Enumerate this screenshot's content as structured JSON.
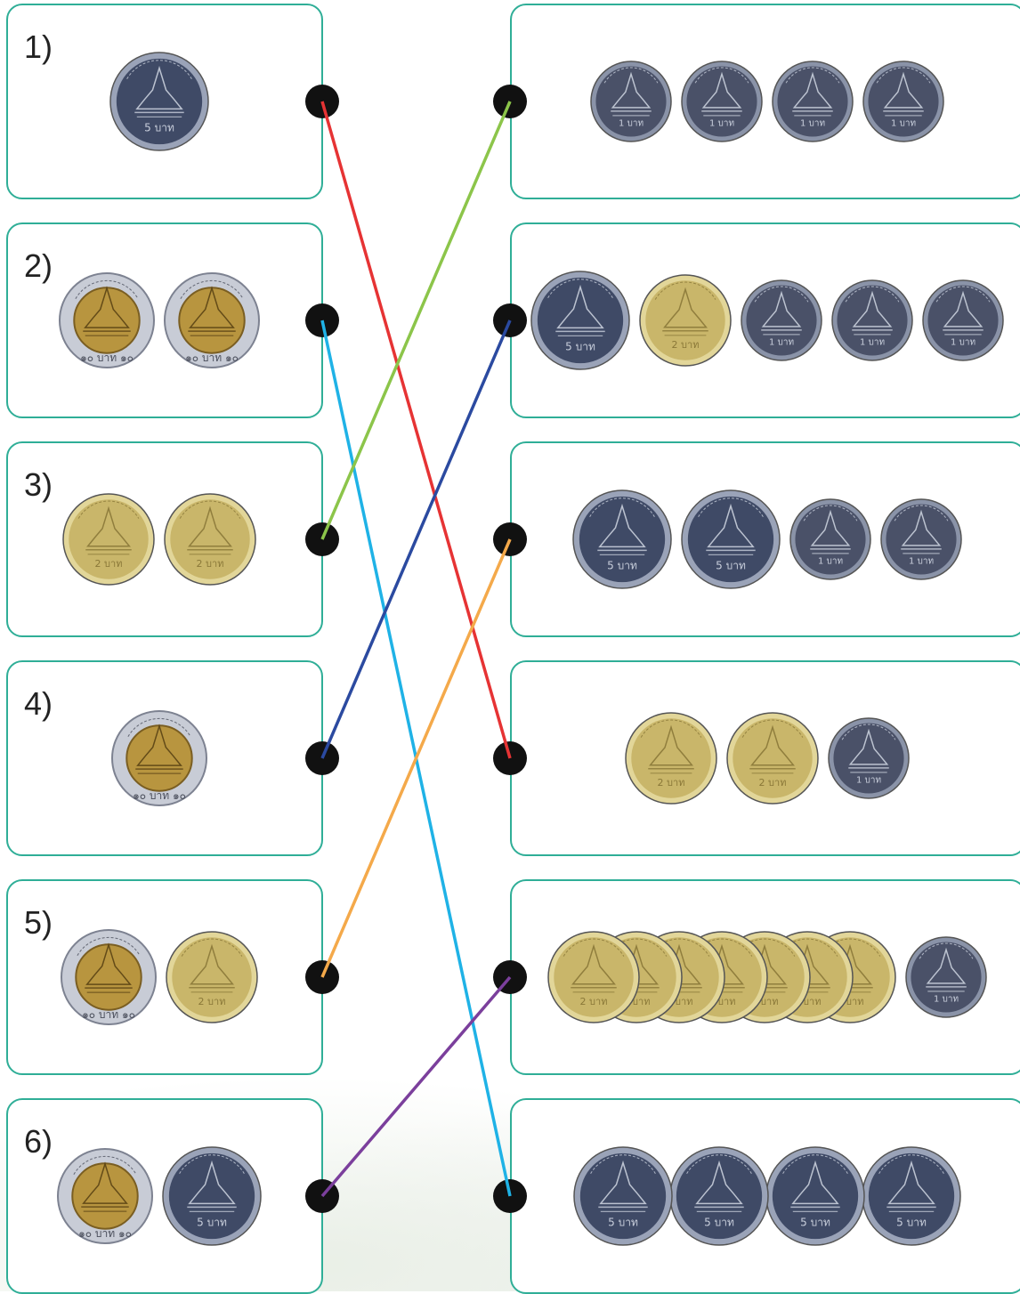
{
  "left": [
    {
      "label": "1)",
      "coins": [
        "5"
      ]
    },
    {
      "label": "2)",
      "coins": [
        "10",
        "10"
      ]
    },
    {
      "label": "3)",
      "coins": [
        "2",
        "2"
      ]
    },
    {
      "label": "4)",
      "coins": [
        "10"
      ]
    },
    {
      "label": "5)",
      "coins": [
        "10",
        "2"
      ]
    },
    {
      "label": "6)",
      "coins": [
        "10",
        "5"
      ]
    }
  ],
  "right": [
    {
      "coins": [
        "1",
        "1",
        "1",
        "1"
      ]
    },
    {
      "coins": [
        "5",
        "2",
        "1",
        "1",
        "1"
      ]
    },
    {
      "coins": [
        "5",
        "5",
        "1",
        "1"
      ]
    },
    {
      "coins": [
        "2",
        "2",
        "1"
      ]
    },
    {
      "coins": [
        "2",
        "2",
        "2",
        "2",
        "2",
        "2",
        "2",
        "1"
      ],
      "overlap": true
    },
    {
      "coins": [
        "5",
        "5",
        "5",
        "5"
      ],
      "overlap": true
    }
  ],
  "connections": [
    {
      "from": 1,
      "to": 4,
      "color": "#e63334"
    },
    {
      "from": 2,
      "to": 6,
      "color": "#1fb2e6"
    },
    {
      "from": 3,
      "to": 1,
      "color": "#8cc54a"
    },
    {
      "from": 4,
      "to": 2,
      "color": "#2b4aa0"
    },
    {
      "from": 5,
      "to": 3,
      "color": "#f4a94a"
    },
    {
      "from": 6,
      "to": 5,
      "color": "#7b3f9c"
    }
  ],
  "coin_styles": {
    "1": {
      "face": "#4a5168",
      "rim": "#8a93a8",
      "text": "1 บาท"
    },
    "2": {
      "face": "#c9b66a",
      "rim": "#e2d699",
      "text": "2 บาท"
    },
    "5": {
      "face": "#3f4a66",
      "rim": "#9aa3b8",
      "text": "5 บาท"
    },
    "10": {
      "face": "#b8953f",
      "rim": "#c8ccd6",
      "text": "๑๐ บาท ๑๐"
    }
  }
}
